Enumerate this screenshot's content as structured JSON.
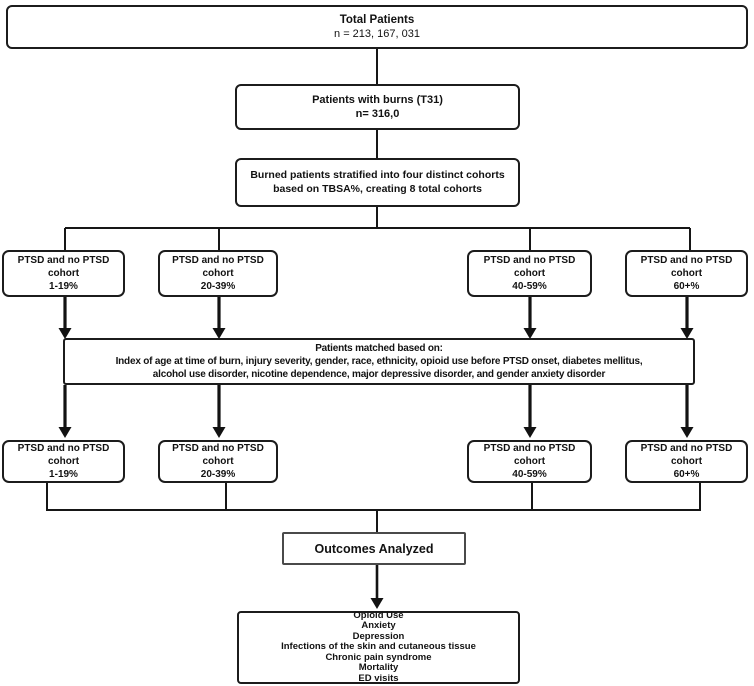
{
  "diagram": {
    "total": {
      "l1": "Total Patients",
      "l2": "n = 213, 167, 031"
    },
    "burns": {
      "l1": "Patients with burns (T31)",
      "l2": "n= 316,0"
    },
    "stratified": {
      "l1": "Burned patients stratified into four distinct cohorts",
      "l2": "based on TBSA%, creating 8 total cohorts"
    },
    "cohorts_top": [
      {
        "l1": "PTSD and no PTSD",
        "l2": "cohort",
        "l3": "1-19%"
      },
      {
        "l1": "PTSD and no PTSD",
        "l2": "cohort",
        "l3": "20-39%"
      },
      {
        "l1": "PTSD and no PTSD",
        "l2": "cohort",
        "l3": "40-59%"
      },
      {
        "l1": "PTSD and no PTSD",
        "l2": "cohort",
        "l3": "60+%"
      }
    ],
    "matched": {
      "l1": "Patients matched based on:",
      "l2": "Index of age at time of burn, injury severity, gender, race, ethnicity, opioid use before PTSD onset, diabetes mellitus,",
      "l3": "alcohol use disorder, nicotine dependence, major depressive disorder, and gender anxiety disorder"
    },
    "cohorts_bottom": [
      {
        "l1": "PTSD and no PTSD",
        "l2": "cohort",
        "l3": "1-19%"
      },
      {
        "l1": "PTSD and no PTSD",
        "l2": "cohort",
        "l3": "20-39%"
      },
      {
        "l1": "PTSD and no PTSD",
        "l2": "cohort",
        "l3": "40-59%"
      },
      {
        "l1": "PTSD and no PTSD",
        "l2": "cohort",
        "l3": "60+%"
      }
    ],
    "outcomes": {
      "title": "Outcomes Analyzed",
      "items": [
        "Opioid Use",
        "Anxiety",
        "Depression",
        "Infections of the skin and cutaneous tissue",
        "Chronic pain syndrome",
        "Mortality",
        "ED visits"
      ]
    },
    "colors": {
      "line": "#161616",
      "box_border": "#1c1c1c",
      "outcomes_border": "#4a4a4a",
      "background": "#ffffff"
    }
  }
}
